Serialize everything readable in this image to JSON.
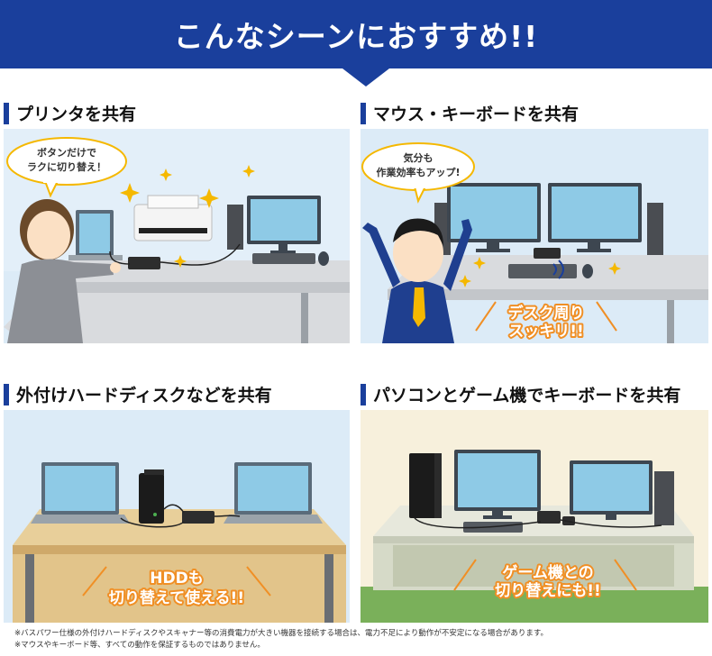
{
  "banner": {
    "title": "こんなシーンにおすすめ!!"
  },
  "sections": [
    {
      "title": "プリンタを共有",
      "bubble": [
        "ボタンだけで",
        "ラクに切り替え！"
      ]
    },
    {
      "title": "マウス・キーボードを共有",
      "bubble": [
        "気分も",
        "作業効率もアップ!"
      ],
      "slogan": [
        "デスク周り",
        "スッキリ!!"
      ]
    },
    {
      "title": "外付けハードディスクなどを共有",
      "slogan": [
        "HDDも",
        "切り替えて使える!!"
      ]
    },
    {
      "title": "パソコンとゲーム機でキーボードを共有",
      "slogan": [
        "ゲーム機との",
        "切り替えにも!!"
      ]
    }
  ],
  "notes": [
    "※バスパワー仕様の外付けハードディスクやスキャナー等の消費電力が大きい機器を接続する場合は、電力不足により動作が不安定になる場合があります。",
    "※マウスやキーボード等、すべての動作を保証するものではありません。"
  ],
  "colors": {
    "brand": "#1a3f9c",
    "accent": "#f08f25",
    "sky": "#dcebf7"
  }
}
